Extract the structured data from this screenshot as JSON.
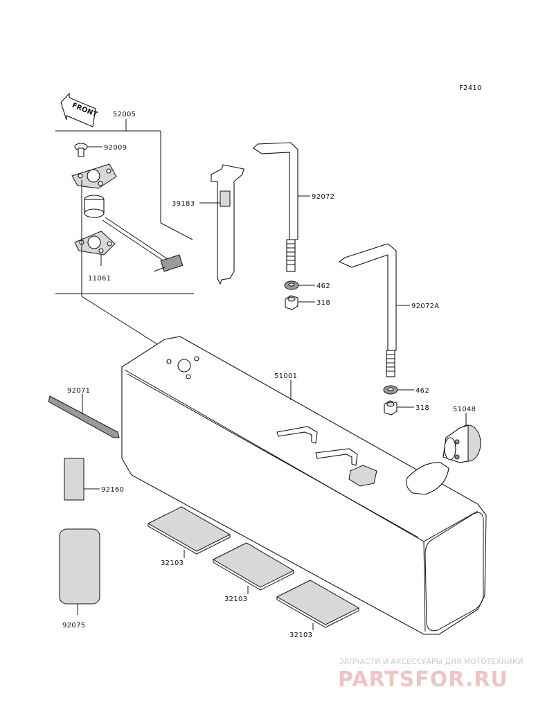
{
  "figure_code": "F2410",
  "front_label": "FRONT",
  "parts": {
    "p52005": "52005",
    "p92009": "92009",
    "p11061": "11061",
    "p39183": "39183",
    "p92072": "92072",
    "p462a": "462",
    "p318a": "318",
    "p92072A": "92072A",
    "p462b": "462",
    "p318b": "318",
    "p51001": "51001",
    "p92071": "92071",
    "p51048": "51048",
    "p92160": "92160",
    "p32103a": "32103",
    "p32103b": "32103",
    "p32103c": "32103",
    "p92075": "92075"
  },
  "watermark": {
    "tagline": "ЗАПЧАСТИ И АКСЕССУАРЫ ДЛЯ МОТОТЕХНИКИ",
    "logo": "PARTSFOR.RU"
  }
}
